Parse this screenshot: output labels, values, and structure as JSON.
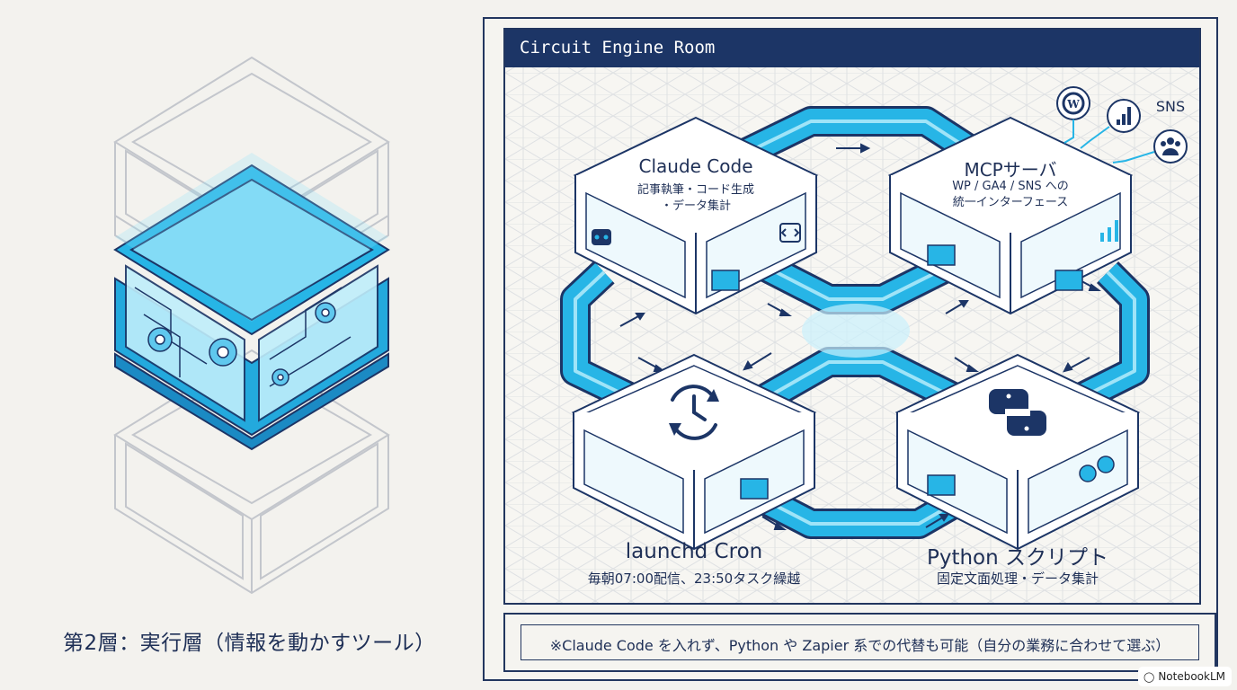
{
  "layer_caption": "第2層：実行層（情報を動かすツール）",
  "panel": {
    "title": "Circuit Engine Room",
    "nodes": {
      "claude": {
        "title": "Claude Code",
        "desc1": "記事執筆・コード生成",
        "desc2": "・データ集計"
      },
      "mcp": {
        "title": "MCPサーバ",
        "desc1": "WP / GA4 / SNS への",
        "desc2": "統一インターフェース"
      },
      "launchd": {
        "title": "launchd Cron",
        "desc": "毎朝07:00配信、23:50タスク繰越"
      },
      "python": {
        "title": "Python スクリプト",
        "desc": "固定文面処理・データ集計"
      }
    },
    "services": {
      "sns_label": "SNS"
    }
  },
  "note": "※Claude Code を入れず、Python や Zapier 系での代替も可能（自分の業務に合わせて選ぶ）",
  "brand": "NotebookLM",
  "colors": {
    "navy": "#1c3566",
    "cyan": "#27b5e6",
    "light_cyan": "#9fe4f8",
    "background": "#f3f2ee"
  },
  "icons": [
    "wordpress-icon",
    "analytics-icon",
    "users-icon",
    "clock-sync-icon",
    "python-icon",
    "robot-icon",
    "code-icon",
    "gear-icon",
    "notebooklm-icon"
  ]
}
